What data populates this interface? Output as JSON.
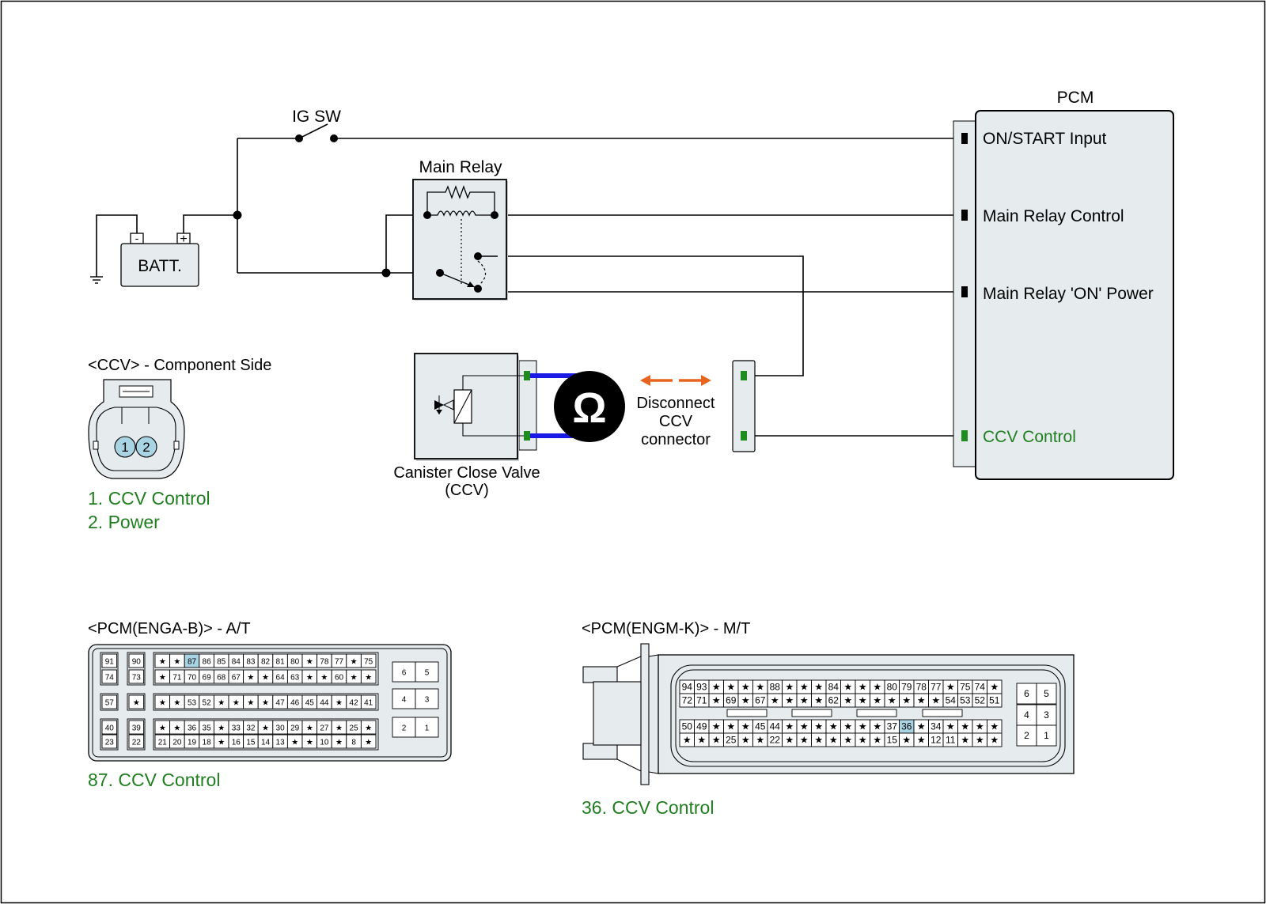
{
  "power_circuit": {
    "ig_switch_label": "IG SW",
    "main_relay_label": "Main Relay",
    "battery_label": "BATT.",
    "battery_minus": "-",
    "battery_plus": "+"
  },
  "pcm": {
    "title": "PCM",
    "terminals": [
      "ON/START Input",
      "Main Relay Control",
      "Main Relay 'ON' Power",
      "CCV Control"
    ]
  },
  "ccv": {
    "name_line1": "Canister Close Valve",
    "name_line2": "(CCV)",
    "disconnect_line1": "Disconnect",
    "disconnect_line2": "CCV",
    "disconnect_line3": "connector",
    "ohm_symbol": "Ω"
  },
  "ccv_connector": {
    "title": "<CCV> - Component Side",
    "pins": [
      "1",
      "2"
    ],
    "pin_legend": [
      "1. CCV Control",
      "2. Power"
    ]
  },
  "pcm_at_connector": {
    "title": "<PCM(ENGA-B)> - A/T",
    "highlight_pin": "87",
    "rows": [
      [
        "91",
        "90",
        "★",
        "★",
        "87",
        "86",
        "85",
        "84",
        "83",
        "82",
        "81",
        "80",
        "★",
        "78",
        "77",
        "★",
        "75"
      ],
      [
        "74",
        "73",
        "★",
        "71",
        "70",
        "69",
        "68",
        "67",
        "★",
        "★",
        "64",
        "63",
        "★",
        "★",
        "60",
        "★",
        "★"
      ],
      [
        "57",
        "★",
        "★",
        "★",
        "53",
        "52",
        "★",
        "★",
        "★",
        "★",
        "47",
        "46",
        "45",
        "44",
        "★",
        "42",
        "41"
      ],
      [
        "40",
        "39",
        "★",
        "★",
        "36",
        "35",
        "★",
        "33",
        "32",
        "★",
        "30",
        "29",
        "★",
        "27",
        "★",
        "25",
        "★"
      ],
      [
        "23",
        "22",
        "21",
        "20",
        "19",
        "18",
        "★",
        "16",
        "15",
        "14",
        "13",
        "★",
        "★",
        "10",
        "★",
        "8",
        "★"
      ]
    ],
    "side_pins": [
      [
        "6",
        "5"
      ],
      [
        "4",
        "3"
      ],
      [
        "2",
        "1"
      ]
    ],
    "legend": "87. CCV Control"
  },
  "pcm_mt_connector": {
    "title": "<PCM(ENGM-K)> - M/T",
    "highlight_pin": "36",
    "rows": [
      [
        "94",
        "93",
        "★",
        "★",
        "★",
        "★",
        "88",
        "★",
        "★",
        "★",
        "84",
        "★",
        "★",
        "★",
        "80",
        "79",
        "78",
        "77",
        "★",
        "75",
        "74",
        "★"
      ],
      [
        "72",
        "71",
        "★",
        "69",
        "★",
        "67",
        "★",
        "★",
        "★",
        "★",
        "62",
        "★",
        "★",
        "★",
        "★",
        "★",
        "★",
        "★",
        "54",
        "53",
        "52",
        "51"
      ],
      [
        "50",
        "49",
        "★",
        "★",
        "★",
        "45",
        "44",
        "★",
        "★",
        "★",
        "★",
        "★",
        "★",
        "★",
        "37",
        "36",
        "★",
        "34",
        "★",
        "★",
        "★",
        "★"
      ],
      [
        "★",
        "★",
        "★",
        "25",
        "★",
        "★",
        "22",
        "★",
        "★",
        "★",
        "★",
        "★",
        "★",
        "★",
        "15",
        "★",
        "★",
        "12",
        "11",
        "★",
        "★",
        "★"
      ]
    ],
    "side_pins": [
      [
        "6",
        "5"
      ],
      [
        "4",
        "3"
      ],
      [
        "2",
        "1"
      ]
    ],
    "legend": "36. CCV Control"
  },
  "colors": {
    "wire": "#000000",
    "pin_green": "#1e8c1e",
    "legend_green": "#1f7f1f",
    "arrow_orange": "#e8641e",
    "probe_blue": "#1a1ae6",
    "pin_highlight": "#a9d4e4",
    "body_fill": "#e6ebee"
  }
}
